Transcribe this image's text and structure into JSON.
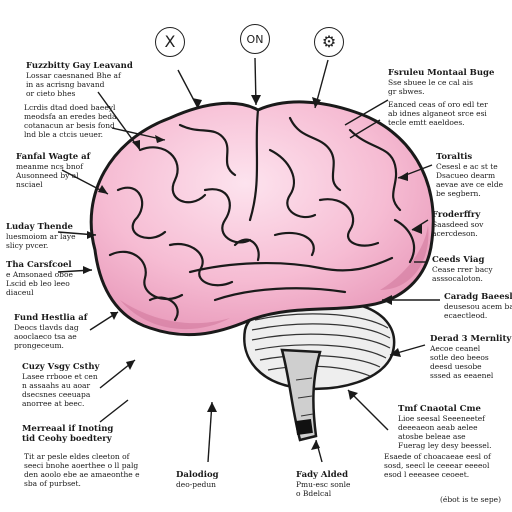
{
  "top_icons": [
    {
      "icon": "x-circle-icon",
      "glyph": "X"
    },
    {
      "icon": "on-circle-icon",
      "glyph": "ON"
    },
    {
      "icon": "brain-gear-icon",
      "glyph": "⚙"
    }
  ],
  "labels_left": [
    {
      "heading": "Fuzzbitty Gay Leavand",
      "lines": [
        "Lossar caesnaned Bhe af",
        "in as acrisng bavand",
        "or cieto bhes"
      ]
    },
    {
      "heading": "",
      "lines": [
        "Lcrdis dtad doed baeeyl",
        "meodsfa an eredes beda",
        "cotanacun ar besis fond",
        "lnd ble a ctcis ueuer."
      ]
    },
    {
      "heading": "Fanfal Wagte af",
      "lines": [
        "meanme ncs bnof",
        "Ausonneed by al",
        "nsciael"
      ]
    },
    {
      "heading": "Luday Thende",
      "lines": [
        "luesmoiom ar laye",
        "slicy pvcer."
      ]
    },
    {
      "heading": "Tha Carsfcoel",
      "lines": [
        "e Amsonaed oboe",
        "Lscid eb leo leeo",
        "diaceul"
      ]
    },
    {
      "heading": "Fund Hestlia af",
      "lines": [
        "Deocs tlavds dag",
        "aooclaeco tsa ae",
        "prongeceum."
      ]
    },
    {
      "heading": "Cuzy Vsgy Csthy",
      "lines": [
        "Lasee rrbooe et cen",
        "n assaahs au aoar",
        "dsecsnes ceeuapa",
        "anorree at beec."
      ]
    },
    {
      "heading": "Merreaal if Inoting",
      "lines": [
        "tid Ceohy boedtery"
      ]
    },
    {
      "heading": "",
      "lines": [
        "Tit ar pesle eldes cleeton of",
        "seeci bnohe aoerthee o ll palg",
        "den aoolo ebe ae amaeonthe e",
        "sba of purbset."
      ]
    }
  ],
  "labels_right": [
    {
      "heading": "Fsruleu Montaal Buge",
      "lines": [
        "Sse sbuee le ce cal ais",
        "gr sbwes."
      ]
    },
    {
      "heading": "",
      "lines": [
        "Eanced ceas of oro edl ter",
        "ab idnes alganeot srce esi",
        "tecle emtt eaeldoes."
      ]
    },
    {
      "heading": "Toraltis",
      "lines": [
        "Cesesl e ac st te",
        "Dsacueo dearm",
        "aevae ave ce elde",
        "be segbern."
      ]
    },
    {
      "heading": "Froderffry",
      "lines": [
        "Saasdeed sov",
        "acercdeson."
      ]
    },
    {
      "heading": "Ceeds Viag",
      "lines": [
        "Cease rrer bacy",
        "asssocaloton."
      ]
    },
    {
      "heading": "Caradg Baeesl",
      "lines": [
        "deusesou acem bacd",
        "ecaectleod."
      ]
    },
    {
      "heading": "Derad 3 Mernlity",
      "lines": [
        "Aecoe ceanel",
        "sotle deo beeos",
        "deesd uesobe",
        "sssed as eeaenel"
      ]
    },
    {
      "heading": "Tmf Cnaotal Cme",
      "lines": [
        "Lioe seesal Seeeneetef",
        "deeeaeon aeab aelee",
        "atosbe beleae ase",
        "Fuerag ley desy beessel."
      ]
    },
    {
      "heading": "",
      "lines": [
        "Esaede of choacaeae eesl of",
        "sosd, seecl le ceeear eeeeol",
        "esod l eeeasee ceoeet."
      ]
    }
  ],
  "bottom_labels": [
    {
      "heading": "Dalodiog",
      "lines": [
        "deo-pedun"
      ]
    },
    {
      "heading": "Fady Alded",
      "lines": [
        "Pmu-esc sonle",
        "o Bdelcal"
      ]
    }
  ],
  "footer_note": "(ébot is te sepe)",
  "colors": {
    "brain_pink": "#f5b8cf",
    "brain_light": "#fbdde8",
    "brain_shadow": "#b85f83",
    "outline": "#1a1a1a",
    "cerebellum": "#e6e6e6"
  }
}
